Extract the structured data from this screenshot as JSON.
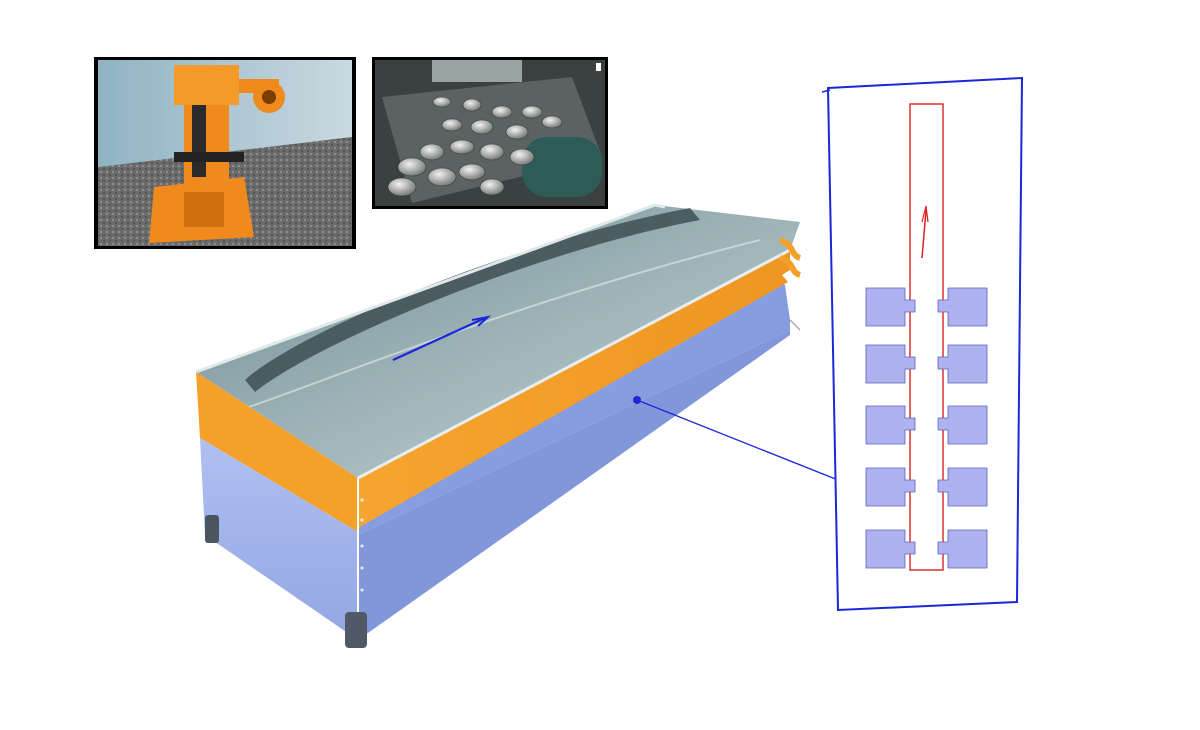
{
  "scene": {
    "description_free": true,
    "colors": {
      "orange": "#f4a12a",
      "body_blue": "#9aaee8",
      "tray_gray": "#8fa8ad",
      "arrow_blue": "#1a28d8",
      "outline_blue": "#1a28d8",
      "channel_red": "#dd2222",
      "pocket_fill": "#aeb2f0"
    },
    "icons": [
      "machine-photo",
      "coin-tray-photo",
      "flow-arrow-icon",
      "flow-arrow-red-icon",
      "pocket-icon"
    ],
    "pockets": {
      "rows": 5,
      "columns": 2
    }
  }
}
